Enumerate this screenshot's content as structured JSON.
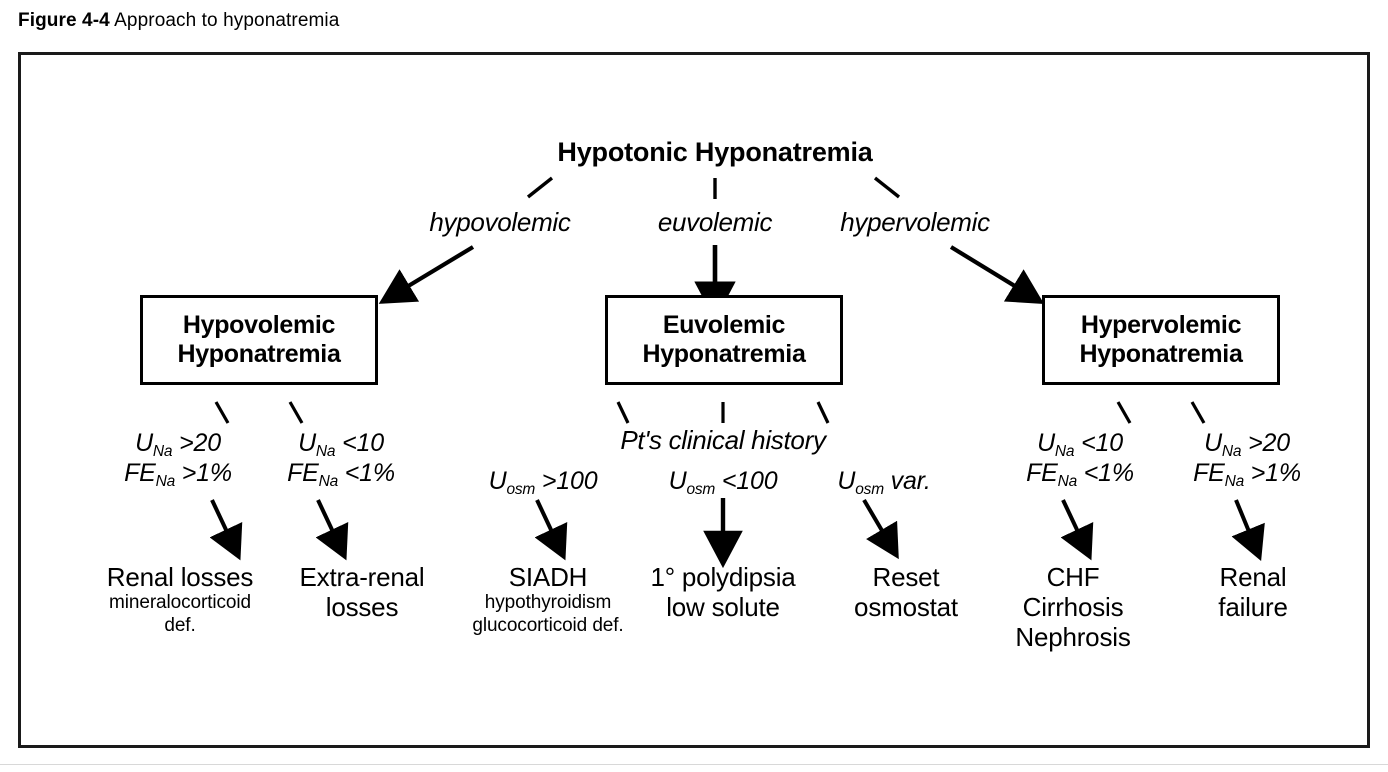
{
  "caption": {
    "label": "Figure 4-4",
    "title": "Approach to hyponatremia"
  },
  "diagram": {
    "root": {
      "text": "Hypotonic Hyponatremia"
    },
    "volume_status_labels": [
      {
        "text": "hypovolemic"
      },
      {
        "text": "euvolemic"
      },
      {
        "text": "hypervolemic"
      }
    ],
    "categories": [
      {
        "line1": "Hypovolemic",
        "line2": "Hyponatremia"
      },
      {
        "line1": "Euvolemic",
        "line2": "Hyponatremia"
      },
      {
        "line1": "Hypervolemic",
        "line2": "Hyponatremia"
      }
    ],
    "middle_history_label": "Pt's clinical history",
    "criteria": {
      "hypovolemic_left": {
        "line1_pre": "U",
        "line1_sub": "Na",
        "line1_post": " >20",
        "line2_pre": "FE",
        "line2_sub": "Na",
        "line2_post": " >1%"
      },
      "hypovolemic_right": {
        "line1_pre": "U",
        "line1_sub": "Na",
        "line1_post": " <10",
        "line2_pre": "FE",
        "line2_sub": "Na",
        "line2_post": " <1%"
      },
      "euvolemic_left": {
        "line1_pre": "U",
        "line1_sub": "osm",
        "line1_post": " >100"
      },
      "euvolemic_middle": {
        "line1_pre": "U",
        "line1_sub": "osm",
        "line1_post": " <100"
      },
      "euvolemic_right": {
        "line1_pre": "U",
        "line1_sub": "osm",
        "line1_post": " var."
      },
      "hypervolemic_left": {
        "line1_pre": "U",
        "line1_sub": "Na",
        "line1_post": " <10",
        "line2_pre": "FE",
        "line2_sub": "Na",
        "line2_post": " <1%"
      },
      "hypervolemic_right": {
        "line1_pre": "U",
        "line1_sub": "Na",
        "line1_post": " >20",
        "line2_pre": "FE",
        "line2_sub": "Na",
        "line2_post": " >1%"
      }
    },
    "outcomes": {
      "renal_losses": {
        "main": "Renal losses",
        "sub1": "mineralocorticoid",
        "sub2": "def."
      },
      "extra_renal_losses": {
        "main1": "Extra-renal",
        "main2": "losses"
      },
      "siadh": {
        "main": "SIADH",
        "sub1": "hypothyroidism",
        "sub2": "glucocorticoid def."
      },
      "primary_polydipsia": {
        "main1": "1° polydipsia",
        "main2": "low solute"
      },
      "reset_osmostat": {
        "main1": "Reset",
        "main2": "osmostat"
      },
      "chf_group": {
        "main1": "CHF",
        "main2": "Cirrhosis",
        "main3": "Nephrosis"
      },
      "renal_failure": {
        "main1": "Renal",
        "main2": "failure"
      }
    }
  },
  "colors": {
    "ink": "#000000",
    "frame": "#1a1a1a",
    "page": "#ffffff",
    "footer_rule": "#d8d8d8"
  }
}
